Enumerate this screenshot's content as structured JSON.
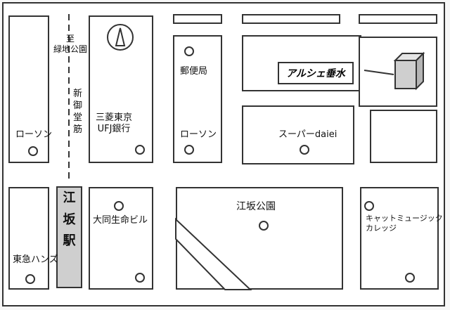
{
  "places": {
    "to_park": "至\n緑地公園",
    "shin_midosuji": "新\n御\n堂\n筋",
    "bank": "三菱東京\nUFJ銀行",
    "post_office": "郵便局",
    "lawson_left": "ローソン",
    "lawson_center": "ローソン",
    "supermarket": "スーパーdaiei",
    "park": "江坂公園",
    "life_building": "大同生命ビル",
    "tokyu_hands": "東急ハンズ",
    "college": "キャットミュージック\nカレッジ"
  },
  "station": {
    "chars": [
      "江",
      "坂",
      "駅"
    ]
  },
  "target": {
    "name": "アルシェ垂水"
  },
  "icons": {
    "compass": "north-arrow-icon",
    "pin": "location-pin-icon",
    "building": "building-cube-icon"
  },
  "colors": {
    "line": "#333333",
    "station_fill": "#cfcfcf"
  }
}
